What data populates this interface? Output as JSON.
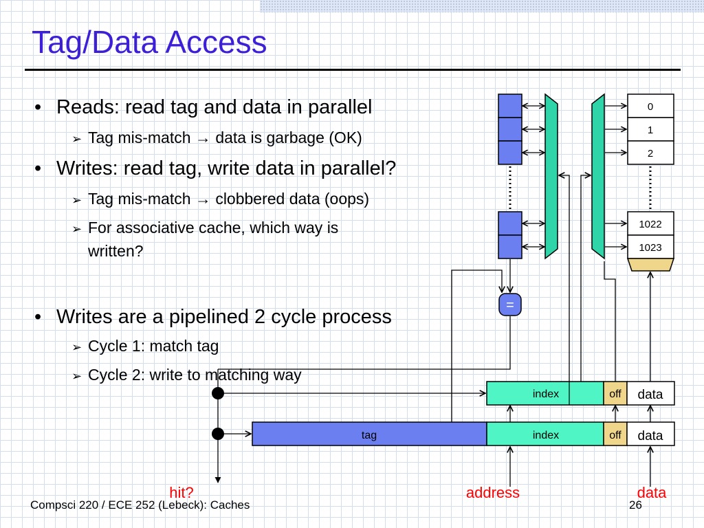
{
  "slide": {
    "title": "Tag/Data Access",
    "bullets": [
      {
        "text": "Reads: read tag and data in parallel",
        "subs": [
          "Tag mis-match → data is garbage (OK)"
        ]
      },
      {
        "text": "Writes: read tag, write data in parallel?",
        "subs": [
          "Tag mis-match → clobbered data (oops)",
          "For associative cache, which way is",
          "written?"
        ]
      },
      {
        "text": "Writes are a pipelined 2 cycle process",
        "subs": [
          "Cycle 1: match tag",
          "Cycle 2: write to matching way"
        ]
      }
    ],
    "footer_left": "Compsci 220 / ECE 252 (Lebeck): Caches",
    "page_number": "26"
  },
  "diagram": {
    "data_array_rows": [
      "0",
      "1",
      "2",
      "1022",
      "1023"
    ],
    "comparator": "=",
    "upper_register": {
      "index": "index",
      "off": "off",
      "data": "data"
    },
    "lower_register": {
      "tag": "tag",
      "index": "index",
      "off": "off",
      "data": "data"
    },
    "labels": {
      "hit": "hit?",
      "address": "address",
      "data": "data"
    },
    "colors": {
      "title": "#3c1fd6",
      "tag_field": "#6b7ff0",
      "index_field": "#4ff5c4",
      "off_field": "#f0d68a",
      "decoder": "#2fd5a8",
      "signal_label": "#ff0000"
    }
  }
}
